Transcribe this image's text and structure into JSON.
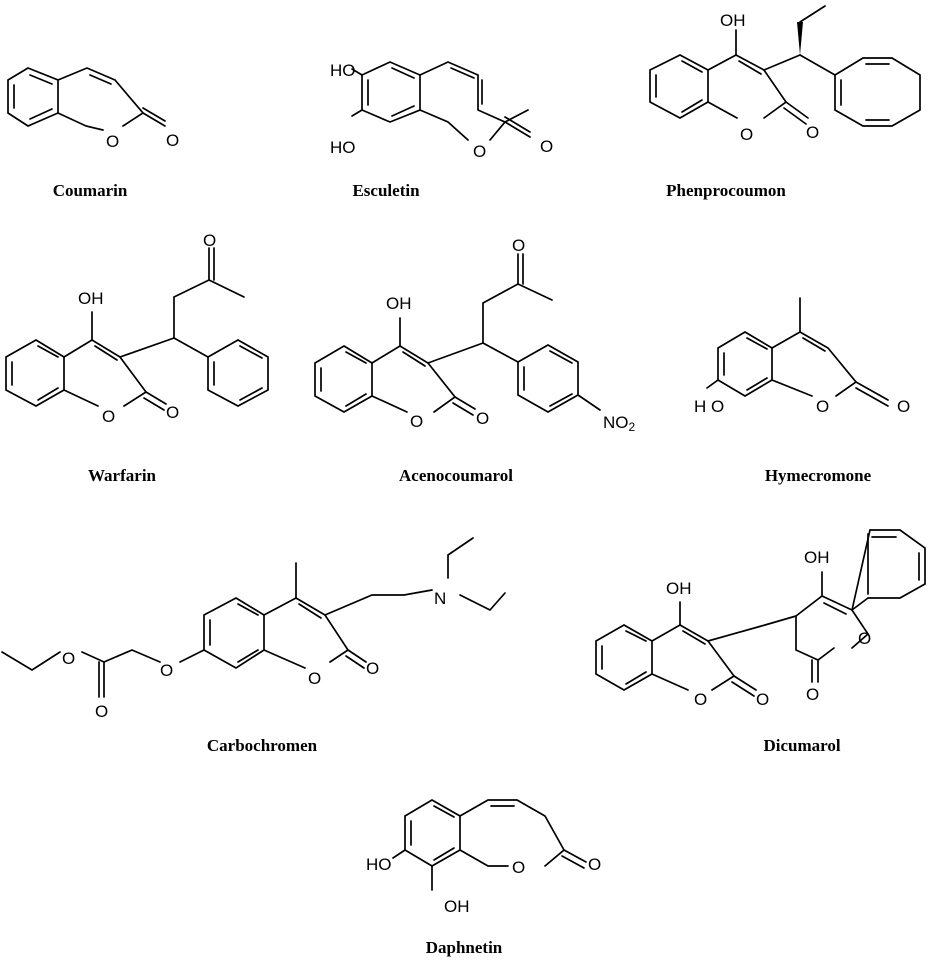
{
  "compounds": [
    {
      "name": "Coumarin"
    },
    {
      "name": "Esculetin"
    },
    {
      "name": "Phenprocoumon"
    },
    {
      "name": "Warfarin"
    },
    {
      "name": "Acenocoumarol"
    },
    {
      "name": "Hymecromone"
    },
    {
      "name": "Carbochromen"
    },
    {
      "name": "Dicumarol"
    },
    {
      "name": "Daphnetin"
    }
  ],
  "atoms": {
    "O": "O",
    "OH": "OH",
    "HO": "HO",
    "HO_spaced": "H O",
    "N": "N",
    "NO": "NO",
    "two": "2"
  }
}
